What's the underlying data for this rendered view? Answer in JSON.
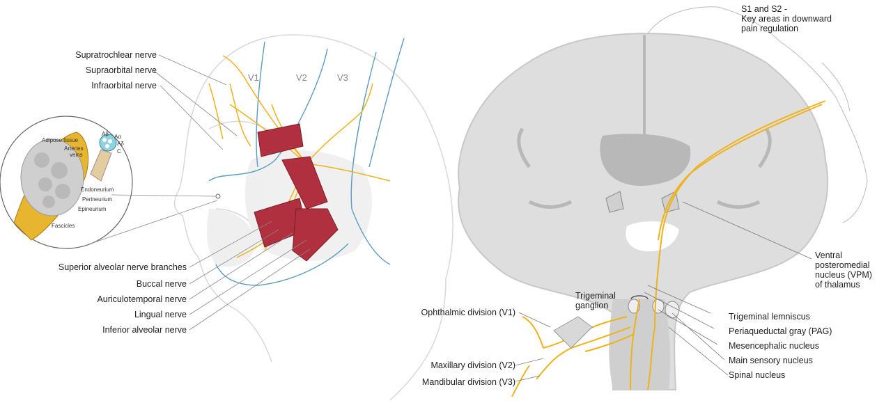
{
  "colors": {
    "nerve": "#f0b21a",
    "muscle": "#b0303f",
    "division_line": "#5b9cc0",
    "brain_gray": "#d9d9d9",
    "brain_dark": "#b3b3b3",
    "leader_line": "#777777"
  },
  "face_panel": {
    "left_labels": [
      "Supratrochlear nerve",
      "Supraorbital nerve",
      "Infraorbital nerve"
    ],
    "bottom_labels": [
      "Superior alveolar nerve branches",
      "Buccal nerve",
      "Auriculotemporal nerve",
      "Lingual nerve",
      "Inferior alveolar nerve"
    ],
    "divisions": [
      "V1",
      "V2",
      "V3"
    ],
    "inset": {
      "adipose": "Adipose tissue",
      "arteries": "Arteries",
      "veins": "veins",
      "fibers": [
        "Aβ",
        "Aα",
        "Aδ",
        "C"
      ],
      "endoneurium": "Endoneurium",
      "perineurium": "Perineurium",
      "epineurium": "Epineurium",
      "fascicles": "Fascicles"
    }
  },
  "brain_panel": {
    "s1s2": "S1 and S2 -\nKey areas in downward\npain regulation",
    "vpm": "Ventral\nposteromedial\nnucleus (VPM)\nof thalamus",
    "trigeminal_ganglion": "Trigeminal\nganglion",
    "right_labels": [
      "Trigeminal lemniscus",
      "Periaqueductal gray (PAG)",
      "Mesencephalic nucleus",
      "Main sensory nucleus",
      "Spinal nucleus"
    ],
    "left_labels": [
      "Ophthalmic division (V1)",
      "Maxillary division (V2)",
      "Mandibular division (V3)"
    ]
  }
}
